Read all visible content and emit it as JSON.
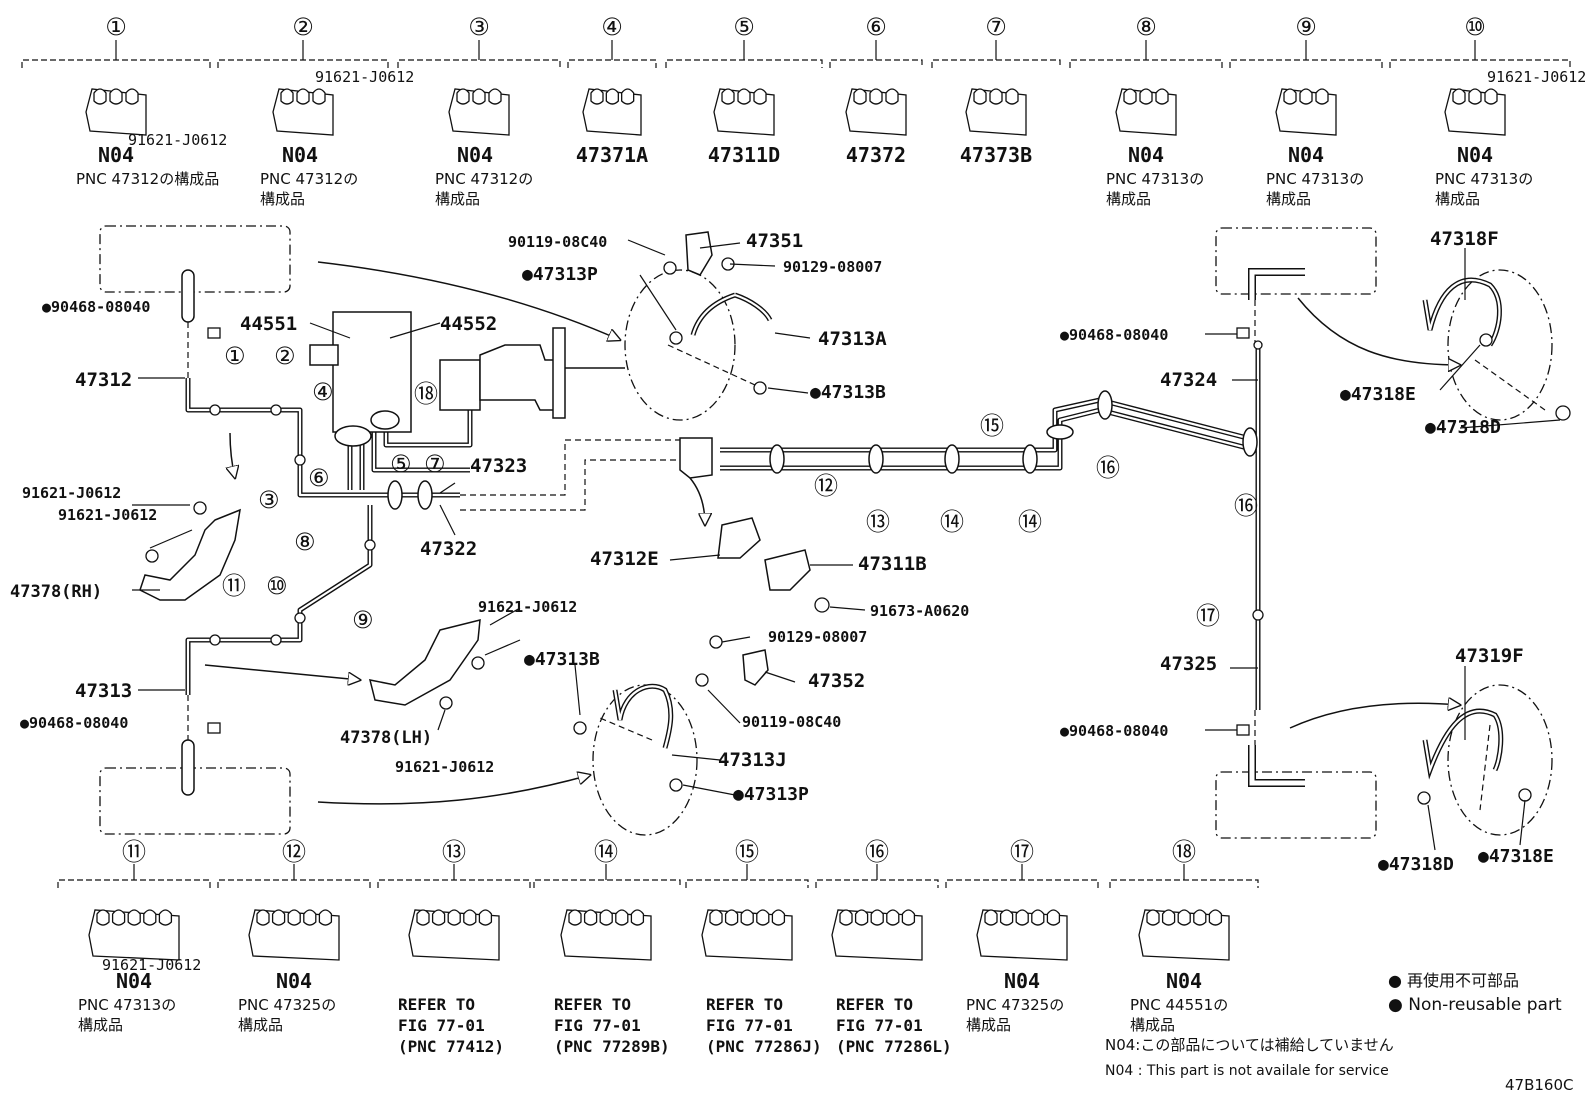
{
  "diagram_code": "47B160C",
  "legend": {
    "reuse_jp": "● 再使用不可部品",
    "reuse_en": "● Non-reusable part",
    "n04_jp": "N04:この部品については補給していません",
    "n04_en": "N04 : This part is not availale for service"
  },
  "top_items": [
    {
      "no": "①",
      "lines": [
        "N04",
        "PNC 47312の構成品"
      ],
      "bolt": "91621-J0612"
    },
    {
      "no": "②",
      "lines": [
        "N04",
        "PNC 47312の",
        "構成品"
      ],
      "bolt": "91621-J0612"
    },
    {
      "no": "③",
      "lines": [
        "N04",
        "PNC 47312の",
        "構成品"
      ]
    },
    {
      "no": "④",
      "lines": [
        "47371A"
      ]
    },
    {
      "no": "⑤",
      "lines": [
        "47311D"
      ]
    },
    {
      "no": "⑥",
      "lines": [
        "47372"
      ]
    },
    {
      "no": "⑦",
      "lines": [
        "47373B"
      ]
    },
    {
      "no": "⑧",
      "lines": [
        "N04",
        "PNC 47313の",
        "構成品"
      ]
    },
    {
      "no": "⑨",
      "lines": [
        "N04",
        "PNC 47313の",
        "構成品"
      ]
    },
    {
      "no": "⑩",
      "lines": [
        "N04",
        "PNC 47313の",
        "構成品"
      ],
      "bolt": "91621-J0612"
    }
  ],
  "bottom_items": [
    {
      "no": "⑪",
      "lines": [
        "N04",
        "PNC 47313の",
        "構成品"
      ],
      "bolt": "91621-J0612"
    },
    {
      "no": "⑫",
      "lines": [
        "N04",
        "PNC 47325の",
        "構成品"
      ]
    },
    {
      "no": "⑬",
      "lines": [
        "REFER TO",
        "FIG 77-01",
        "(PNC 77412)"
      ]
    },
    {
      "no": "⑭",
      "lines": [
        "REFER TO",
        "FIG 77-01",
        "(PNC 77289B)"
      ]
    },
    {
      "no": "⑮",
      "lines": [
        "REFER TO",
        "FIG 77-01",
        "(PNC 77286J)"
      ]
    },
    {
      "no": "⑯",
      "lines": [
        "REFER TO",
        "FIG 77-01",
        "(PNC 77286L)"
      ]
    },
    {
      "no": "⑰",
      "lines": [
        "N04",
        "PNC 47325の",
        "構成品"
      ]
    },
    {
      "no": "⑱",
      "lines": [
        "N04",
        "PNC 44551の",
        "構成品"
      ]
    }
  ],
  "labels": {
    "p90468_a": "●90468-08040",
    "p47312": "47312",
    "p44551": "44551",
    "p44552": "44552",
    "p91621_a": "91621-J0612",
    "p91621_b": "91621-J0612",
    "p47378rh": "47378(RH)",
    "p47313": "47313",
    "p90468_b": "●90468-08040",
    "p47323": "47323",
    "p47322": "47322",
    "p90119_a": "90119-08C40",
    "p47351": "47351",
    "p47313p_a": "●47313P",
    "p90129_a": "90129-08007",
    "p47313a": "47313A",
    "p47313b_a": "●47313B",
    "p47312e": "47312E",
    "p47311b": "47311B",
    "p91673": "91673-A0620",
    "p91621_c": "91621-J0612",
    "p47378lh": "47378(LH)",
    "p91621_d": "91621-J0612",
    "p47313b_b": "●47313B",
    "p90129_b": "90129-08007",
    "p47352": "47352",
    "p90119_b": "90119-08C40",
    "p47313j": "47313J",
    "p47313p_b": "●47313P",
    "p90468_c": "●90468-08040",
    "p47324": "47324",
    "p47318f": "47318F",
    "p47318e_a": "●47318E",
    "p47318d_a": "●47318D",
    "p47325": "47325",
    "p90468_d": "●90468-08040",
    "p47319f": "47319F",
    "p47318d_b": "●47318D",
    "p47318e_b": "●47318E"
  },
  "callouts": {
    "c1": "①",
    "c2": "②",
    "c3": "③",
    "c4": "④",
    "c5": "⑤",
    "c6": "⑥",
    "c7": "⑦",
    "c8": "⑧",
    "c9": "⑨",
    "c10": "⑩",
    "c11": "⑪",
    "c12": "⑫",
    "c13": "⑬",
    "c14": "⑭",
    "c14b": "⑭",
    "c15": "⑮",
    "c16": "⑯",
    "c16b": "⑯",
    "c17": "⑰",
    "c18": "⑱"
  }
}
